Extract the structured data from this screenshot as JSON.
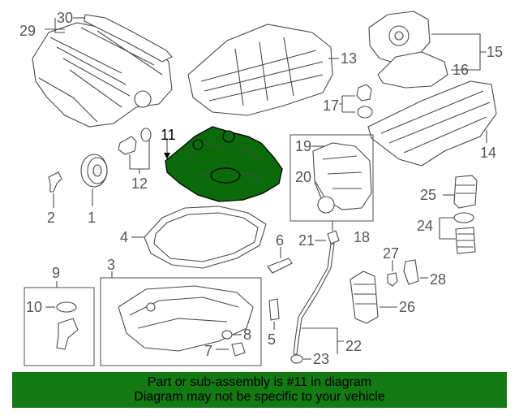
{
  "diagram": {
    "callouts": [
      "1",
      "2",
      "3",
      "4",
      "5",
      "6",
      "7",
      "8",
      "9",
      "10",
      "11",
      "12",
      "13",
      "14",
      "15",
      "16",
      "17",
      "18",
      "19",
      "20",
      "21",
      "22",
      "23",
      "24",
      "25",
      "26",
      "27",
      "28",
      "29",
      "30"
    ],
    "highlighted_callout": "11",
    "highlight_color": "#0b6b0b",
    "banner_color": "#147a14"
  },
  "banner": {
    "line1": "Part or sub-assembly is #11 in diagram",
    "line2": "Diagram may not be specific to your vehicle"
  }
}
